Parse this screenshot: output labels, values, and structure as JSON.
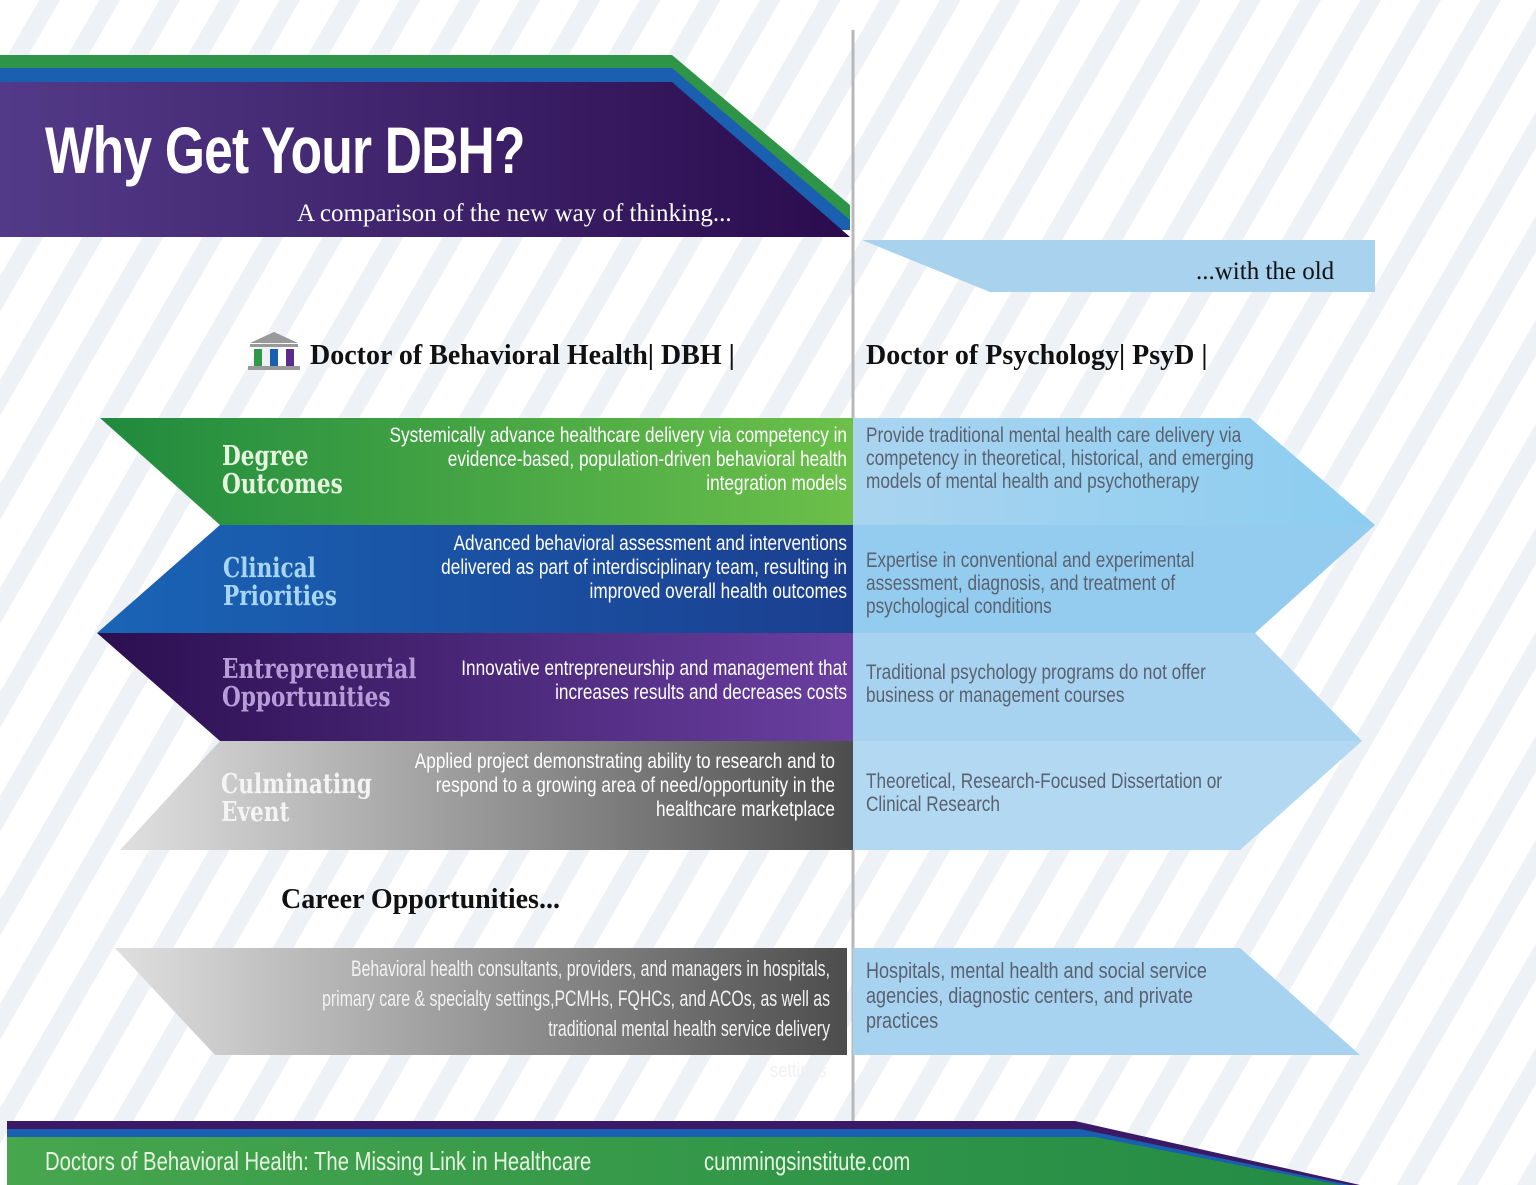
{
  "header": {
    "title": "Why Get Your DBH?",
    "subtitle": "A comparison of the new way of thinking...",
    "old_label": "...with the old"
  },
  "columns": {
    "left": "Doctor of Behavioral Health| DBH |",
    "right": "Doctor of Psychology| PsyD |",
    "left_icon": "institution-columns-icon"
  },
  "rows": [
    {
      "label": "Degree Outcomes",
      "dbh": "Systemically advance healthcare delivery via competency in evidence-based, population-driven behavioral health integration models",
      "psyd": "Provide traditional mental health care delivery via competency in theoretical, historical, and emerging models of  mental health and psychotherapy",
      "color": "#2e9a48"
    },
    {
      "label": "Clinical Priorities",
      "dbh": "Advanced behavioral assessment and interventions delivered as part of interdisciplinary team, resulting in improved overall health outcomes",
      "psyd": "Expertise in conventional and experimental assessment, diagnosis, and treatment of  psychological conditions",
      "color": "#1a5fb0"
    },
    {
      "label": "Entrepreneurial Opportunities",
      "dbh": "Innovative entrepreneurship and management that increases results and decreases costs",
      "psyd": "Traditional psychology programs do not offer business or management courses",
      "color": "#3d1d6e"
    },
    {
      "label": "Culminating Event",
      "dbh": "Applied project demonstrating ability to research and to respond to a growing area of need/opportunity in the healthcare marketplace",
      "psyd": "Theoretical, Research-Focused Dissertation or Clinical Research",
      "color": "#8a8a8a"
    }
  ],
  "career": {
    "heading": "Career Opportunities...",
    "dbh": "Behavioral health consultants, providers, and managers in hospitals, primary care & specialty settings,PCMHs, FQHCs, and ACOs, as well as traditional mental health service delivery",
    "dbh_overflow": "settings",
    "psyd": "Hospitals, mental health and social service agencies, diagnostic centers, and private practices"
  },
  "footer": {
    "tagline": "Doctors of Behavioral Health: The Missing Link in Healthcare",
    "url": "cummingsinstitute.com"
  },
  "colors": {
    "purple": "#3a1a66",
    "blue": "#1a5fb0",
    "green": "#2e9a48",
    "light_blue": "#9fd0ee",
    "gray": "#8a8a8a"
  }
}
